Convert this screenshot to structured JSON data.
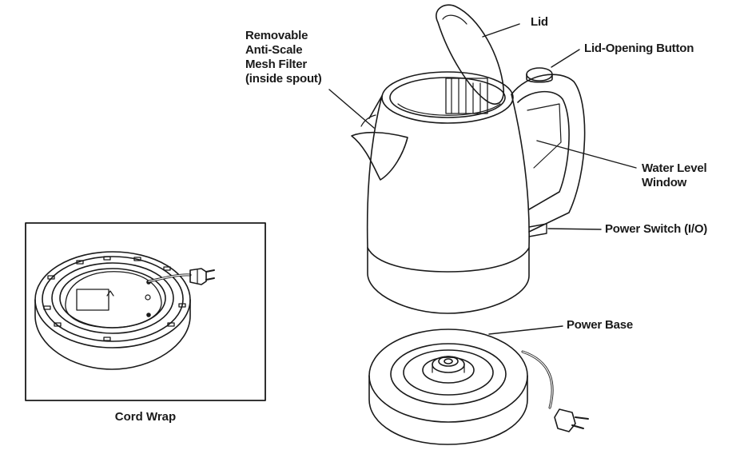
{
  "callouts": {
    "filter": [
      "Removable",
      "Anti-Scale",
      "Mesh Filter",
      "(inside spout)"
    ],
    "lid": "Lid",
    "lid_button": "Lid-Opening Button",
    "water_window": [
      "Water Level",
      "Window"
    ],
    "power_switch": "Power Switch (I/O)",
    "power_base": "Power Base"
  },
  "inset": {
    "caption": "Cord Wrap"
  }
}
